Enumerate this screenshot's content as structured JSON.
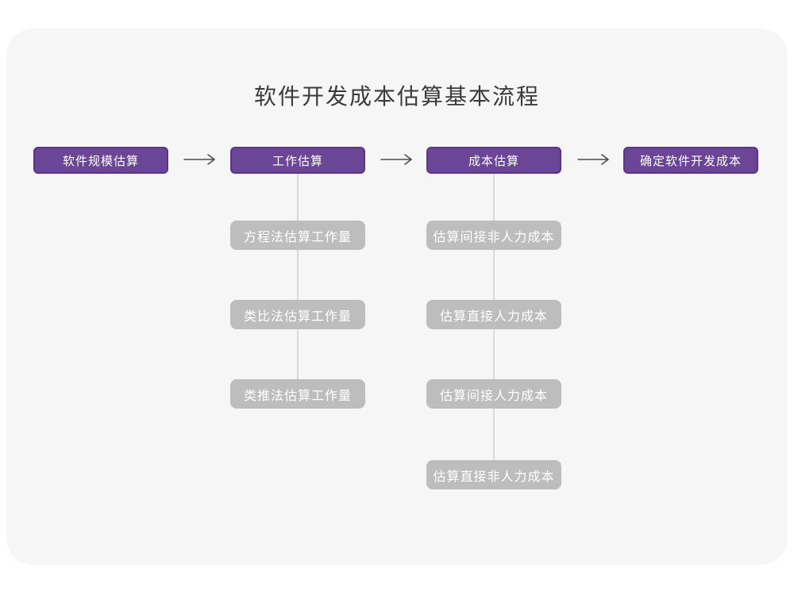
{
  "page": {
    "title": "软件开发成本估算基本流程"
  },
  "colors": {
    "canvas_background": "#ffffff",
    "card_background": "#f6f6f6",
    "main_step_fill": "#6b4596",
    "main_step_border": "#5b3487",
    "sub_step_fill": "#bdbdbd",
    "box_text": "#ffffff",
    "title_text": "#3b3b3b",
    "arrow_stroke": "#4c4c4c",
    "connector_stroke": "#d9d9d9"
  },
  "icons": {
    "arrow": "arrow-right-icon"
  },
  "flow": {
    "main_steps": [
      {
        "label": "软件规模估算"
      },
      {
        "label": "工作估算"
      },
      {
        "label": "成本估算"
      },
      {
        "label": "确定软件开发成本"
      }
    ],
    "sub_steps": {
      "work_estimation": [
        "方程法估算工作量",
        "类比法估算工作量",
        "类推法估算工作量"
      ],
      "cost_estimation": [
        "估算间接非人力成本",
        "估算直接人力成本",
        "估算间接人力成本",
        "估算直接非人力成本"
      ]
    }
  }
}
